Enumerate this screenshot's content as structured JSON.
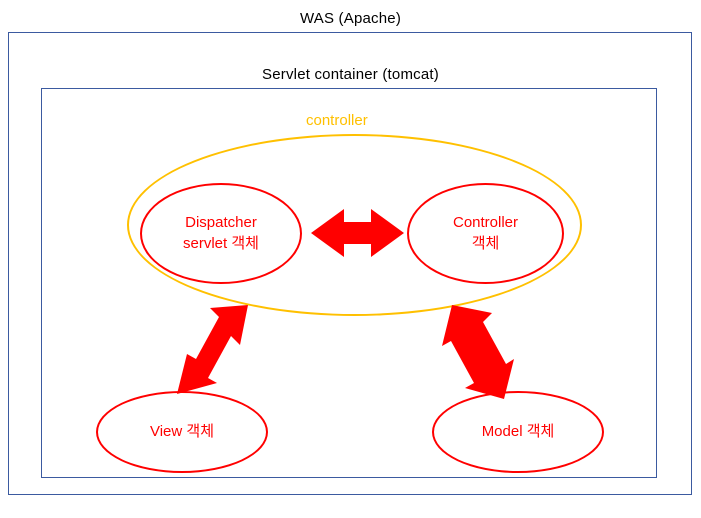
{
  "diagram": {
    "title": "WAS (Apache)",
    "subtitle": "Servlet container (tomcat)",
    "group_label": "controller",
    "colors": {
      "box_border": "#3b5aa0",
      "group_border": "#ffc000",
      "group_label": "#ffc000",
      "node_border": "#ff0000",
      "node_text": "#ff0000",
      "arrow": "#ff0000",
      "background": "#ffffff"
    },
    "nodes": [
      {
        "id": "dispatcher",
        "line1": "Dispatcher",
        "line2": "servlet 객체"
      },
      {
        "id": "controller",
        "line1": "Controller",
        "line2": "객체"
      },
      {
        "id": "view",
        "line1": "View 객체",
        "line2": ""
      },
      {
        "id": "model",
        "line1": "Model 객체",
        "line2": ""
      }
    ],
    "connections": [
      {
        "from": "dispatcher",
        "to": "controller",
        "style": "double-arrow-horizontal"
      },
      {
        "from": "dispatcher",
        "to": "view",
        "style": "double-arrow-diagonal"
      },
      {
        "from": "controller",
        "to": "model",
        "style": "double-arrow-diagonal"
      }
    ]
  }
}
